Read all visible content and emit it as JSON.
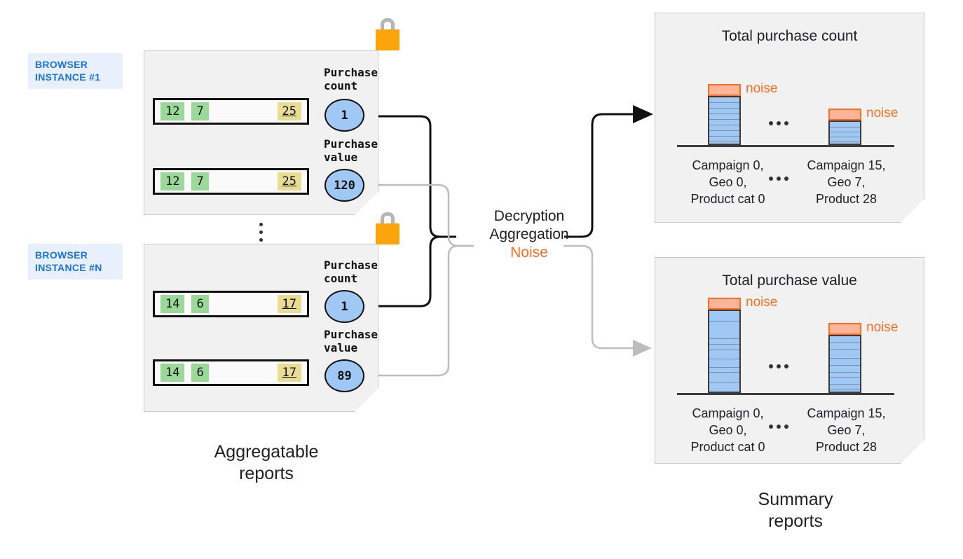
{
  "browser_instances": [
    {
      "badge": "BROWSER\nINSTANCE #1",
      "rows": [
        {
          "metric_label": "Purchase\ncount",
          "cells": [
            "12",
            "7",
            "25"
          ],
          "bubble_value": "1"
        },
        {
          "metric_label": "Purchase\nvalue",
          "cells": [
            "12",
            "7",
            "25"
          ],
          "bubble_value": "120"
        }
      ],
      "lock_icon": "padlock-icon"
    },
    {
      "badge": "BROWSER\nINSTANCE #N",
      "rows": [
        {
          "metric_label": "Purchase\ncount",
          "cells": [
            "14",
            "6",
            "17"
          ],
          "bubble_value": "1"
        },
        {
          "metric_label": "Purchase\nvalue",
          "cells": [
            "14",
            "6",
            "17"
          ],
          "bubble_value": "89"
        }
      ],
      "lock_icon": "padlock-icon"
    }
  ],
  "vertical_ellipsis": "⋮",
  "process": {
    "line1": "Decryption",
    "line2": "Aggregation",
    "line3": "Noise"
  },
  "captions": {
    "left": "Aggregatable\nreports",
    "right": "Summary\nreports"
  },
  "chart_data": [
    {
      "type": "bar",
      "title": "Total purchase count",
      "categories": [
        "Campaign 0,\nGeo 0,\nProduct cat 0",
        "Campaign 15,\nGeo 7,\nProduct 28"
      ],
      "values": [
        10,
        5
      ],
      "noise": [
        1,
        1
      ],
      "segments": [
        10,
        5
      ],
      "noise_label": "noise",
      "ellipsis": "...",
      "xlabel": "",
      "ylabel": "",
      "ylim": [
        0,
        13
      ],
      "grid": false,
      "legend": "none",
      "colors": {
        "bar_fill": "#9fc8f5",
        "bar_stroke": "#3a3a3a",
        "noise_fill": "#fcb49a",
        "noise_stroke": "#ff6d1f"
      }
    },
    {
      "type": "bar",
      "title": "Total purchase value",
      "categories": [
        "Campaign 0,\nGeo 0,\nProduct cat 0",
        "Campaign 15,\nGeo 7,\nProduct 28"
      ],
      "values": [
        11,
        8
      ],
      "noise": [
        1,
        1
      ],
      "segment_breaks": [
        0.12,
        0.33,
        0.4,
        0.46,
        0.57,
        0.67,
        0.73,
        0.85
      ],
      "segment_breaks_2": [
        0.1,
        0.22,
        0.38,
        0.5,
        0.62,
        0.7,
        0.82,
        0.9
      ],
      "noise_label": "noise",
      "ellipsis": "...",
      "xlabel": "",
      "ylabel": "",
      "ylim": [
        0,
        13
      ],
      "grid": false,
      "legend": "none",
      "colors": {
        "bar_fill": "#9fc8f5",
        "bar_stroke": "#3a3a3a",
        "noise_fill": "#fcb49a",
        "noise_stroke": "#ff6d1f"
      }
    }
  ],
  "colors": {
    "badge_bg": "#e8f0fe",
    "badge_text": "#1a73e8",
    "panel_bg": "#f1f1f1",
    "cell_green": "#9ad99a",
    "cell_yellow": "#e8dd92",
    "bubble_blue": "#9fc8f5",
    "lock_orange": "#fba40c",
    "noise_orange": "#ff6d1f"
  }
}
